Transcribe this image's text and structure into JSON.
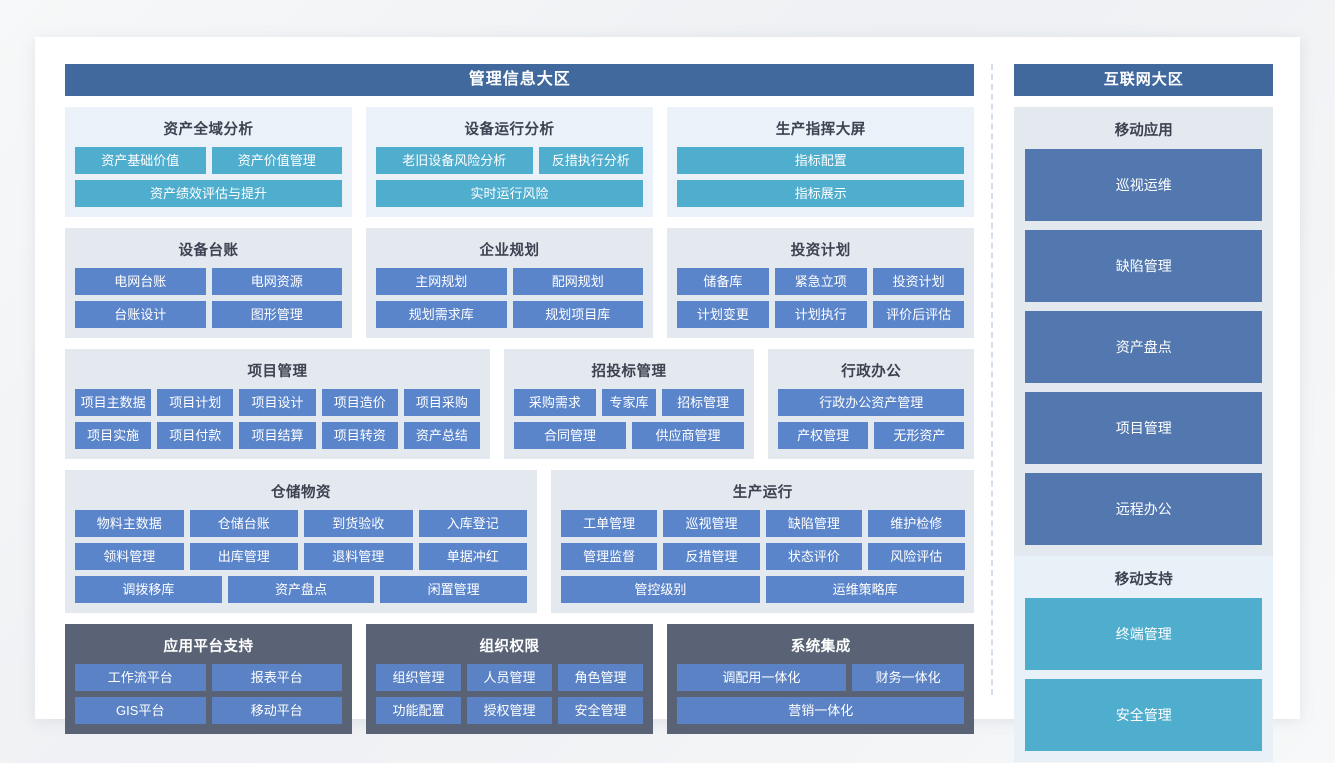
{
  "zones": {
    "left_title": "管理信息大区",
    "right_title": "互联网大区"
  },
  "left_groups": [
    {
      "id": "asset-global-analysis",
      "title": "资产全域分析",
      "tint": "cyan",
      "rows": [
        [
          "资产基础价值",
          "资产价值管理"
        ],
        [
          "资产绩效评估与提升"
        ]
      ]
    },
    {
      "id": "equipment-operation-analysis",
      "title": "设备运行分析",
      "tint": "cyan",
      "rows": [
        [
          "老旧设备风险分析",
          "反措执行分析"
        ],
        [
          "实时运行风险"
        ]
      ]
    },
    {
      "id": "production-command-screen",
      "title": "生产指挥大屏",
      "tint": "cyan",
      "rows": [
        [
          "指标配置"
        ],
        [
          "指标展示"
        ]
      ]
    },
    {
      "id": "equipment-ledger",
      "title": "设备台账",
      "tint": "grey",
      "rows": [
        [
          "电网台账",
          "电网资源"
        ],
        [
          "台账设计",
          "图形管理"
        ]
      ]
    },
    {
      "id": "enterprise-planning",
      "title": "企业规划",
      "tint": "grey",
      "rows": [
        [
          "主网规划",
          "配网规划"
        ],
        [
          "规划需求库",
          "规划项目库"
        ]
      ]
    },
    {
      "id": "investment-plan",
      "title": "投资计划",
      "tint": "grey",
      "rows": [
        [
          "储备库",
          "紧急立项",
          "投资计划"
        ],
        [
          "计划变更",
          "计划执行",
          "评价后评估"
        ]
      ]
    },
    {
      "id": "project-management",
      "title": "项目管理",
      "tint": "grey",
      "rows": [
        [
          "项目主数据",
          "项目计划",
          "项目设计",
          "项目造价",
          "项目采购"
        ],
        [
          "项目实施",
          "项目付款",
          "项目结算",
          "项目转资",
          "资产总结"
        ]
      ]
    },
    {
      "id": "bidding-management",
      "title": "招投标管理",
      "tint": "grey",
      "rows": [
        [
          "采购需求",
          "专家库",
          "招标管理"
        ],
        [
          "合同管理",
          "供应商管理"
        ]
      ]
    },
    {
      "id": "administrative-office",
      "title": "行政办公",
      "tint": "grey",
      "rows": [
        [
          "行政办公资产管理"
        ],
        [
          "产权管理",
          "无形资产"
        ]
      ]
    },
    {
      "id": "warehouse-materials",
      "title": "仓储物资",
      "tint": "grey",
      "rows": [
        [
          "物料主数据",
          "仓储台账",
          "到货验收",
          "入库登记"
        ],
        [
          "领料管理",
          "出库管理",
          "退料管理",
          "单据冲红"
        ],
        [
          "调拨移库",
          "资产盘点",
          "闲置管理"
        ]
      ]
    },
    {
      "id": "production-operation",
      "title": "生产运行",
      "tint": "grey",
      "rows": [
        [
          "工单管理",
          "巡视管理",
          "缺陷管理",
          "维护检修"
        ],
        [
          "管理监督",
          "反措管理",
          "状态评价",
          "风险评估"
        ],
        [
          "管控级别",
          "运维策略库"
        ]
      ]
    },
    {
      "id": "application-platform-support",
      "title": "应用平台支持",
      "tint": "dark",
      "rows": [
        [
          "工作流平台",
          "报表平台"
        ],
        [
          "GIS平台",
          "移动平台"
        ]
      ]
    },
    {
      "id": "organization-permissions",
      "title": "组织权限",
      "tint": "dark",
      "rows": [
        [
          "组织管理",
          "人员管理",
          "角色管理"
        ],
        [
          "功能配置",
          "授权管理",
          "安全管理"
        ]
      ]
    },
    {
      "id": "system-integration",
      "title": "系统集成",
      "tint": "dark",
      "rows": [
        [
          "调配用一体化",
          "财务一体化"
        ],
        [
          "营销一体化"
        ]
      ]
    }
  ],
  "right_groups": [
    {
      "id": "mobile-application",
      "title": "移动应用",
      "tint": "grey",
      "style": "blue",
      "items": [
        "巡视运维",
        "缺陷管理",
        "资产盘点",
        "项目管理",
        "远程办公"
      ]
    },
    {
      "id": "mobile-support",
      "title": "移动支持",
      "tint": "cyan",
      "style": "cyan",
      "items": [
        "终端管理",
        "安全管理"
      ]
    }
  ],
  "colors": {
    "zone_bar": "#41699E",
    "cyan_button": "#4FADCE",
    "blue_button": "#5B85CB",
    "dark_panel": "#5A6375",
    "light_cyan_panel": "#EAF1F8",
    "light_grey_panel": "#E4E8EF",
    "right_blue_button": "#5278AF"
  }
}
